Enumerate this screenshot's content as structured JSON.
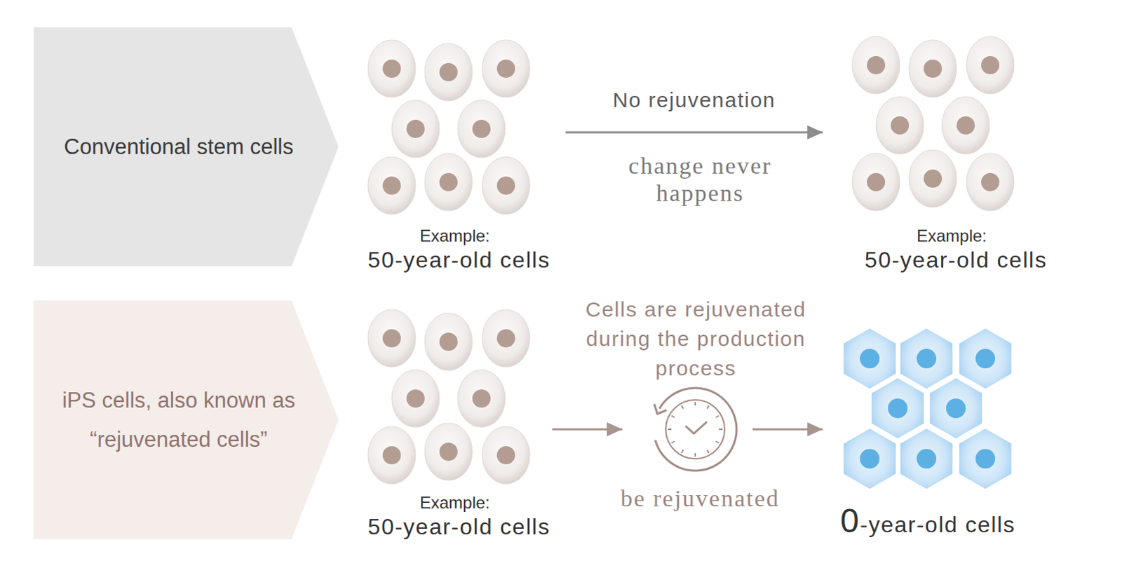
{
  "diagram": {
    "nodes": [
      {
        "text": [
          "Conventional stem cells"
        ]
      },
      {
        "text": [
          "Example:",
          "50-year-old cells"
        ]
      },
      {
        "text": [
          "Example:",
          "50-year-old cells"
        ]
      },
      {
        "text": [
          "iPS cells, also known as “rejuvenated cells”"
        ]
      },
      {
        "text": [
          "Example:",
          "50-year-old cells"
        ]
      },
      {
        "text": [
          "Cells are rejuvenated during the production process",
          "be rejuvenated"
        ]
      },
      {
        "text": [
          "0-year-old cells"
        ]
      }
    ],
    "edges": [
      {
        "from": 1,
        "to": 2,
        "arrow": "to",
        "label": "No rejuvenation"
      },
      {
        "from": 4,
        "to": 5,
        "arrow": "to"
      },
      {
        "from": 5,
        "to": 6,
        "arrow": "to"
      }
    ],
    "labels": [
      "change never happens"
    ]
  }
}
